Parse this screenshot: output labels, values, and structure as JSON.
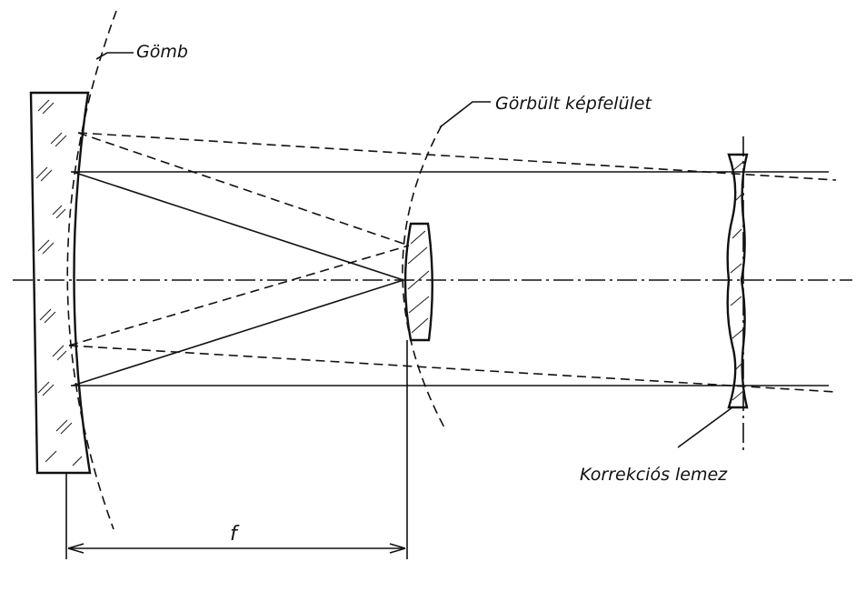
{
  "labels": {
    "sphere": "Gömb",
    "curved_image_surface": "Görbült képfelület",
    "corrector_plate": "Korrekciós lemez",
    "focal_length": "f"
  }
}
